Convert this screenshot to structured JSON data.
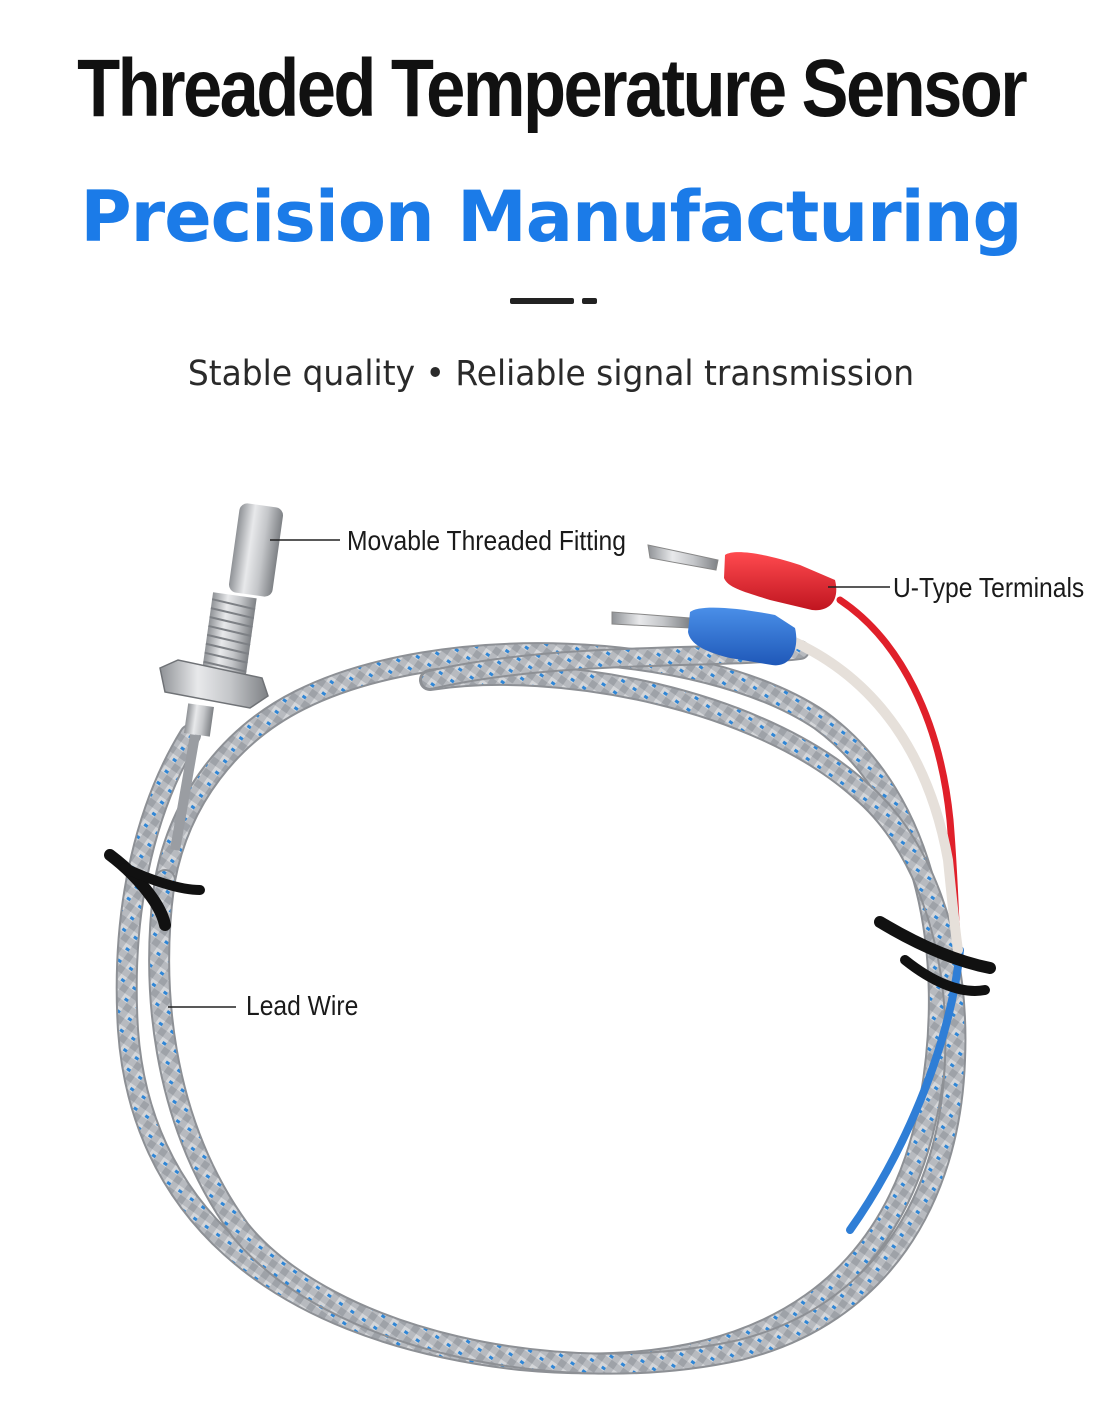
{
  "header": {
    "title": "Threaded Temperature Sensor",
    "subtitle": "Precision Manufacturing",
    "tagline": "Stable quality • Reliable signal transmission"
  },
  "callouts": {
    "fitting": "Movable Threaded Fitting",
    "terminals": "U-Type Terminals",
    "lead_wire": "Lead Wire"
  },
  "colors": {
    "title": "#111111",
    "subtitle": "#1b7be8",
    "braid_silver": "#b9bcc0",
    "braid_blue_fleck": "#2f86d6",
    "terminal_red": "#e0202a",
    "terminal_blue": "#2a6fd0",
    "tie_black": "#111111"
  },
  "icons": {
    "product": "thermocouple-sensor-illustration"
  }
}
